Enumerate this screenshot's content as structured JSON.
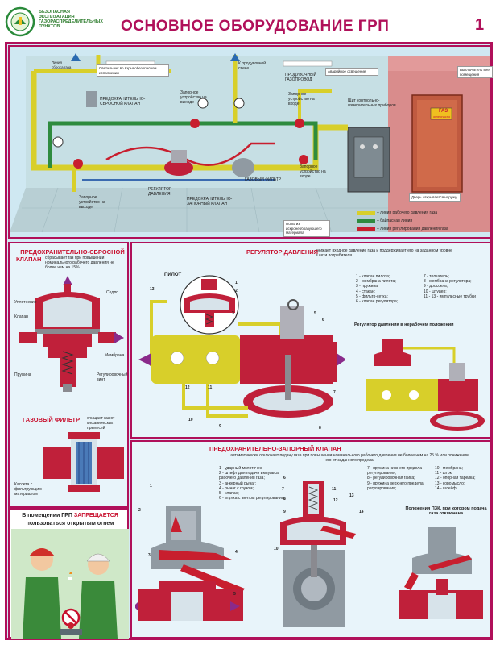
{
  "header": {
    "org_lines": [
      "БЕЗОПАСНАЯ",
      "ЭКСПЛУАТАЦИЯ",
      "ГАЗОРАСПРЕДЕЛИТЕЛЬНЫХ",
      "ПУНКТОВ"
    ],
    "title": "ОСНОВНОЕ ОБОРУДОВАНИЕ ГРП",
    "page": "1"
  },
  "scheme": {
    "labels": {
      "discharge_line": "Линия сброса газа",
      "lights": "Светильник во взрывобезопасном исполнении",
      "relief_valve": "ПРЕДОХРАНИТЕЛЬНО-СБРОСНОЙ КЛАПАН",
      "outlet_device": "Запорное устройство на выходе",
      "to_candle": "К продувочной свече",
      "purge_pipe": "ПРОДУВОЧНЫЙ ГАЗОПРОВОД",
      "inlet_device_top": "Запорное устройство на входе",
      "alarm": "Аварийное освещение",
      "switch": "Выключатель вне помещения",
      "instruments": "Щит контрольно-измерительных приборов",
      "regulator": "РЕГУЛЯТОР ДАВЛЕНИЯ",
      "gas_filter": "ГАЗОВЫЙ ФИЛЬТР",
      "shutoff_valve": "ПРЕДОХРАНИТЕЛЬНО-ЗАПОРНЫЙ КЛАПАН",
      "inlet_device": "Запорное устройство на входе",
      "outlet_device_low": "Запорное устройство на выходе",
      "floor": "Полы из искронеобразующего материала",
      "door": "Дверь открывается наружу",
      "door_sign_1": "ГАЗ",
      "door_sign_2": "огнеопасно"
    },
    "legend": [
      {
        "text": "– линия рабочего давления газа",
        "color": "#c8c020"
      },
      {
        "text": "– байпасная линия",
        "color": "#2a8a3a"
      },
      {
        "text": "– линия регулирования давления газа",
        "color": "#c81e2e"
      }
    ]
  },
  "relief": {
    "title": "ПРЕДОХРАНИТЕЛЬНО-СБРОСНОЙ",
    "title2": "КЛАПАН",
    "desc": "сбрасывает газ при повышении номинального рабочего давления не более чем на 15%",
    "labels": [
      "Седло",
      "Уплотнение",
      "Клапан",
      "Мембрана",
      "Пружина",
      "Регулировочный винт"
    ]
  },
  "filter": {
    "title": "ГАЗОВЫЙ ФИЛЬТР",
    "desc": "очищает газ от механических примесей",
    "label": "Кассета с фильтрующим материалом"
  },
  "warning": {
    "line1": "В помещении ГРП",
    "line1_red": "ЗАПРЕЩАЕТСЯ",
    "line2": "пользоваться открытым огнем"
  },
  "regulator": {
    "title": "РЕГУЛЯТОР ДАВЛЕНИЯ",
    "desc": "снижает входное давление газа и поддерживает его на заданном уровне в сети потребителя",
    "pilot": "ПИЛОТ",
    "list_left": [
      "1 - клапан пилота;",
      "2 - мембрана пилота;",
      "3 - пружина;",
      "4 - стакан;",
      "5 - фильтр-сетка;",
      "6 - клапан регулятора;"
    ],
    "list_right": [
      "7 - толкатель;",
      "8 - мембрана регулятора;",
      "9 - дроссель;",
      "10 - штуцер;",
      "11 - 13 - импульсные трубки"
    ],
    "nonwork": "Регулятор давления в нерабочем положении",
    "nums": [
      "1",
      "2",
      "3",
      "4",
      "5",
      "6",
      "7",
      "8",
      "9",
      "10",
      "11",
      "12",
      "13"
    ]
  },
  "shutoff": {
    "title": "ПРЕДОХРАНИТЕЛЬНО-ЗАПОРНЫЙ КЛАПАН",
    "desc": "автоматически отключает подачу газа при повышении номинального рабочего давления не более чем на 25 % или понижении его от заданного предела",
    "col1": [
      "1 - ударный молоточек;",
      "2 - штифт для подачи импульса рабочего давления газа;",
      "3 - анкерный рычаг;",
      "4 - рычаг с грузом;",
      "5 - клапан;",
      "6 - втулка с винтом регулирования;"
    ],
    "col2": [
      "7 - пружина нижнего предела регулирования;",
      "8 - регулировочная гайка;",
      "9 - пружина верхнего предела регулирования;"
    ],
    "col3": [
      "10 - мембрана;",
      "11 - шток;",
      "12 - опорная тарелка;",
      "13 - коромысло;",
      "14 - шлейф"
    ],
    "position_title": "Положения ПЗК, при котором подача газа отключена",
    "nums": [
      "1",
      "2",
      "3",
      "4",
      "5",
      "6",
      "7",
      "8",
      "9",
      "10",
      "11",
      "12",
      "13",
      "14"
    ]
  },
  "colors": {
    "brand": "#b0105a",
    "pipe_yellow": "#d8cf2a",
    "pipe_green": "#2e8b3e",
    "pipe_red": "#c81e2e",
    "body_red": "#c0203a",
    "panel_bg": "#e8f4fa"
  }
}
